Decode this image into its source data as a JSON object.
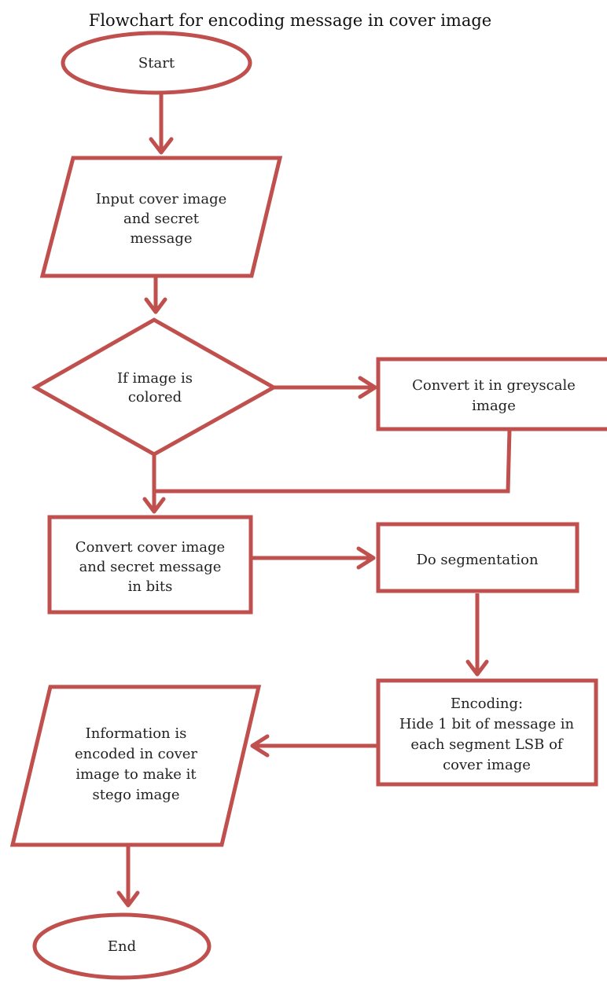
{
  "title": "Flowchart for encoding message in cover image",
  "colors": {
    "stroke": "#c0504d",
    "fill": "#ffffff",
    "text": "#222222"
  },
  "nodes": {
    "start": {
      "shape": "terminator",
      "lines": [
        "Start"
      ]
    },
    "input": {
      "shape": "data",
      "lines": [
        "Input cover image",
        "and secret",
        "message"
      ]
    },
    "decision": {
      "shape": "decision",
      "lines": [
        "If image is",
        "colored"
      ]
    },
    "greyscale": {
      "shape": "process",
      "lines": [
        "Convert it in greyscale",
        "image"
      ]
    },
    "bits": {
      "shape": "process",
      "lines": [
        "Convert cover image",
        "and secret message",
        "in bits"
      ]
    },
    "segmentation": {
      "shape": "process",
      "lines": [
        "Do segmentation"
      ]
    },
    "encoding": {
      "shape": "process",
      "lines": [
        "Encoding:",
        "Hide 1 bit of message in",
        "each segment LSB of",
        "cover image"
      ]
    },
    "output": {
      "shape": "data",
      "lines": [
        "Information is",
        "encoded in cover",
        "image to make it",
        "stego image"
      ]
    },
    "end": {
      "shape": "terminator",
      "lines": [
        "End"
      ]
    }
  },
  "edges": [
    {
      "from": "start",
      "to": "input"
    },
    {
      "from": "input",
      "to": "decision"
    },
    {
      "from": "decision",
      "to": "greyscale"
    },
    {
      "from": "greyscale",
      "to": "bits"
    },
    {
      "from": "decision",
      "to": "bits"
    },
    {
      "from": "bits",
      "to": "segmentation"
    },
    {
      "from": "segmentation",
      "to": "encoding"
    },
    {
      "from": "encoding",
      "to": "output"
    },
    {
      "from": "output",
      "to": "end"
    }
  ]
}
